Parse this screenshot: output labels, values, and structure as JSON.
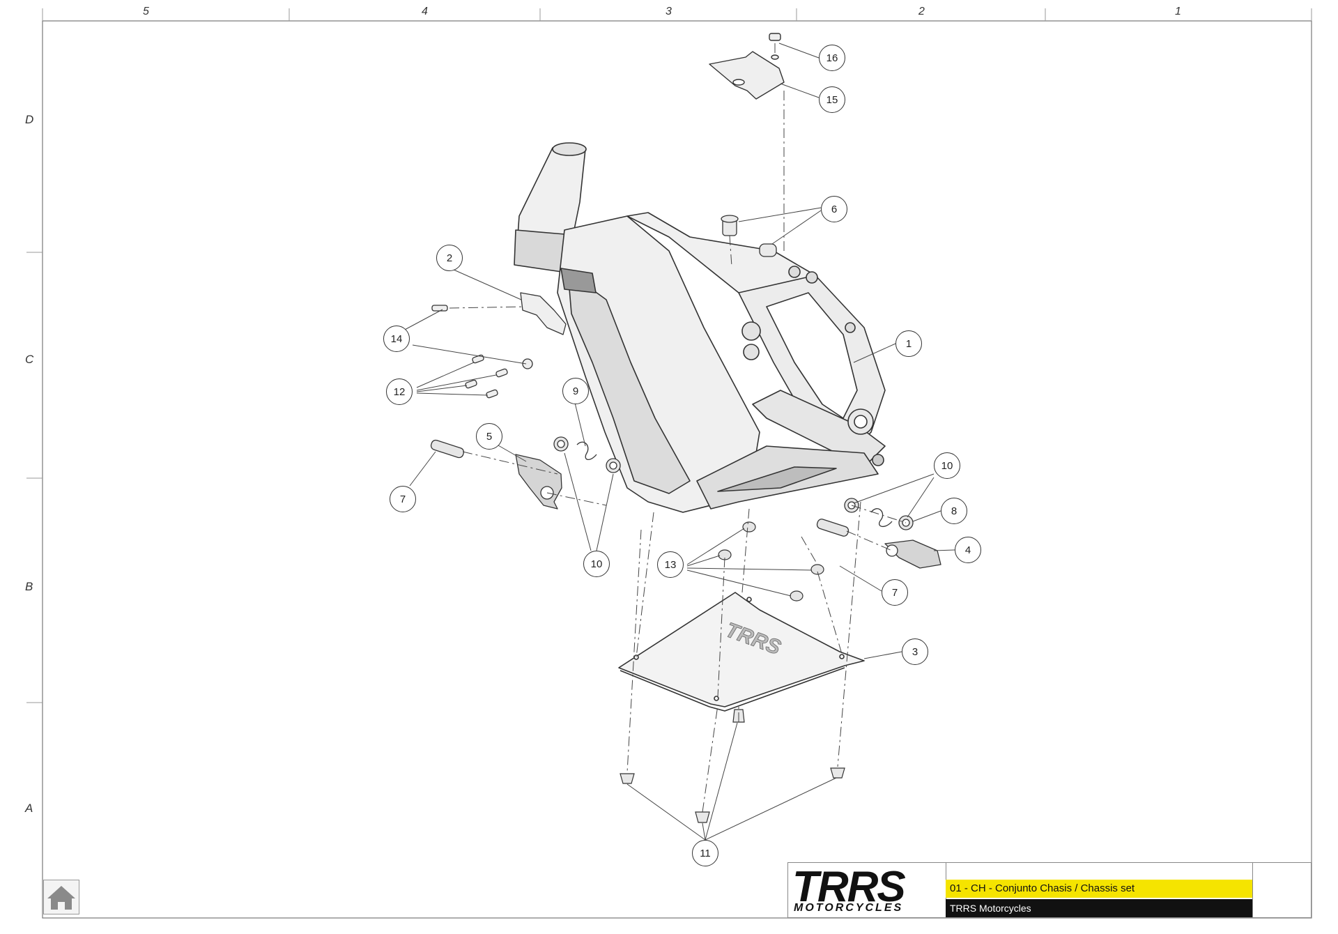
{
  "grid": {
    "columns": [
      "5",
      "4",
      "3",
      "2",
      "1"
    ],
    "rows": [
      "D",
      "C",
      "B",
      "A"
    ]
  },
  "callouts": [
    {
      "id": "c16",
      "label": "16"
    },
    {
      "id": "c15",
      "label": "15"
    },
    {
      "id": "c6",
      "label": "6"
    },
    {
      "id": "c2",
      "label": "2"
    },
    {
      "id": "c14",
      "label": "14"
    },
    {
      "id": "c1",
      "label": "1"
    },
    {
      "id": "c12",
      "label": "12"
    },
    {
      "id": "c9",
      "label": "9"
    },
    {
      "id": "c5",
      "label": "5"
    },
    {
      "id": "c10a",
      "label": "10"
    },
    {
      "id": "c7a",
      "label": "7"
    },
    {
      "id": "c8",
      "label": "8"
    },
    {
      "id": "c4",
      "label": "4"
    },
    {
      "id": "c10b",
      "label": "10"
    },
    {
      "id": "c13",
      "label": "13"
    },
    {
      "id": "c7b",
      "label": "7"
    },
    {
      "id": "c3",
      "label": "3"
    },
    {
      "id": "c11",
      "label": "11"
    }
  ],
  "title_block": {
    "brand": "TRRS",
    "brand_sub": "MOTORCYCLES",
    "set_title": "01 - CH - Conjunto Chasis / Chassis set",
    "maker": "TRRS Motorcycles"
  },
  "colors": {
    "accent": "#f5e400",
    "dark": "#111111",
    "line": "#333333"
  },
  "icons": {
    "home": "home-icon",
    "logo": "trrs-shield-logo-icon"
  }
}
